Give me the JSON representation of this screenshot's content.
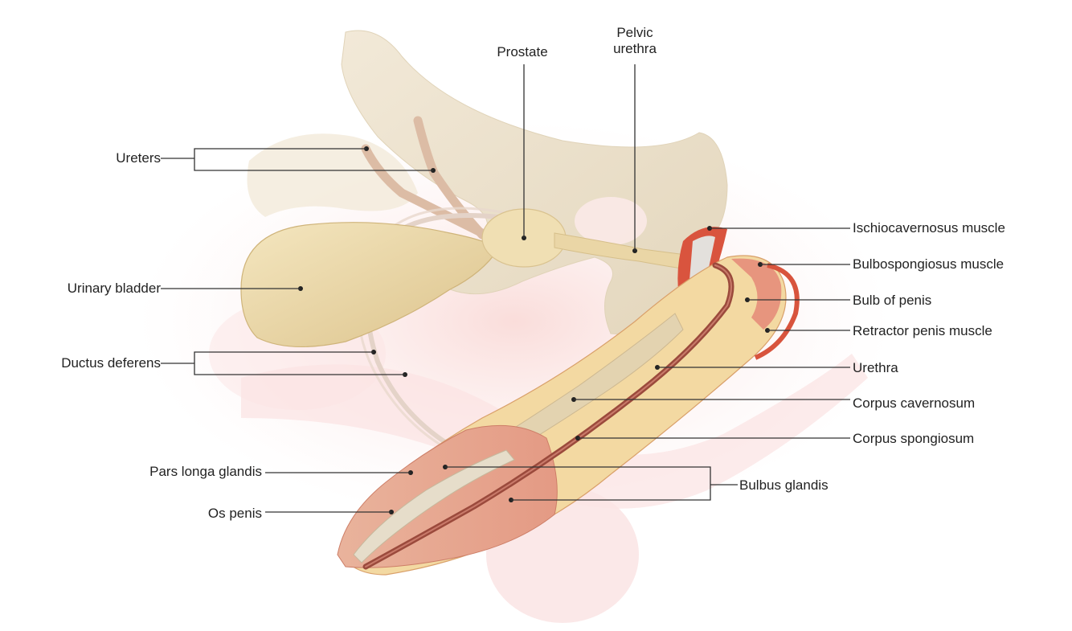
{
  "labels": {
    "prostate": "Prostate",
    "pelvic_urethra_line1": "Pelvic",
    "pelvic_urethra_line2": "urethra",
    "ureters": "Ureters",
    "urinary_bladder": "Urinary bladder",
    "ductus_deferens": "Ductus deferens",
    "pars_longa_glandis": "Pars longa glandis",
    "os_penis": "Os penis",
    "ischiocavernosus_muscle": "Ischiocavernosus muscle",
    "bulbospongiosus_muscle": "Bulbospongiosus muscle",
    "bulb_of_penis": "Bulb of penis",
    "retractor_penis_muscle": "Retractor penis muscle",
    "urethra": "Urethra",
    "corpus_cavernosum": "Corpus cavernosum",
    "corpus_spongiosum": "Corpus spongiosum",
    "bulbus_glandis": "Bulbus glandis"
  },
  "colors": {
    "bone": "#eee3cf",
    "bladder": "#ecd9a8",
    "glans": "#e8a58c",
    "urethra": "#9b4a3c",
    "muscle": "#d8543d",
    "ureter": "#ddbfa8",
    "leader": "#333333"
  }
}
